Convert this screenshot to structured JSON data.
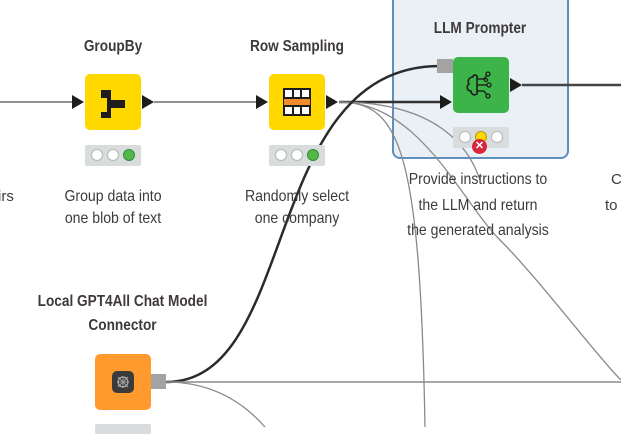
{
  "workflow": {
    "nodes": [
      {
        "id": "groupby",
        "title": "GroupBy",
        "description": [
          "Group data into",
          "one blob of text"
        ],
        "color": "#ffd800",
        "status": "executed",
        "icon": "groupby-icon"
      },
      {
        "id": "row-sampling",
        "title": "Row Sampling",
        "description": [
          "Randomly select",
          "one company"
        ],
        "color": "#ffd800",
        "status": "executed",
        "icon": "table-sampling-icon"
      },
      {
        "id": "llm-prompter",
        "title": "LLM Prompter",
        "description": [
          "Provide instructions to",
          "the LLM and return",
          "the generated analysis"
        ],
        "color": "#3cb44a",
        "status": "configured-error",
        "icon": "brain-circuit-icon",
        "selected": true
      },
      {
        "id": "gpt4all-connector",
        "title_lines": [
          "Local GPT4All Chat Model",
          "Connector"
        ],
        "color": "#ff9a2e",
        "icon": "chip-brain-icon"
      }
    ],
    "partial_labels": {
      "left_edge": "irs",
      "right_edge": [
        "C",
        "to"
      ]
    },
    "status_colors": {
      "green": "#54b848",
      "yellow": "#ffd800",
      "error": "#d7263d",
      "idle": "#ffffff"
    },
    "selection_color": "#5e8fbf"
  }
}
